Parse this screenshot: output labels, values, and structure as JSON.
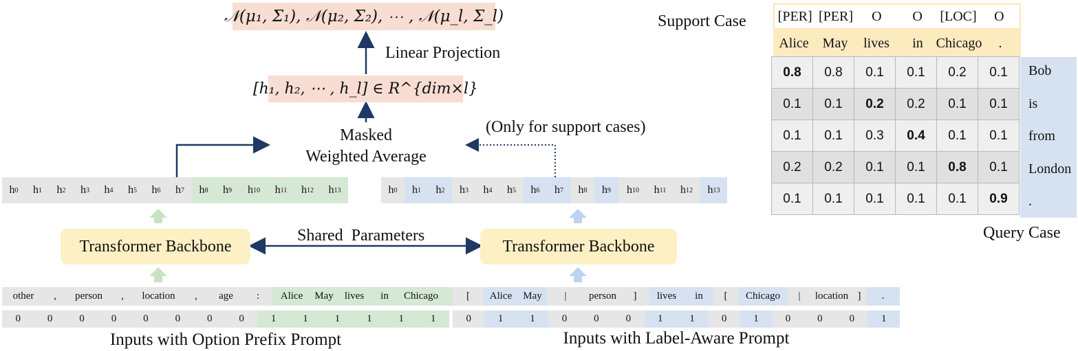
{
  "top": {
    "distributions": "𝒩(μ₁, Σ₁), 𝒩(μ₂, Σ₂), ⋯ , 𝒩(μ_l, Σ_l)",
    "linear_projection": "Linear Projection",
    "hidden_vector": "[h₁, h₂, ⋯ , h_l] ∈ R^{dim×l}",
    "masked_line1": "Masked",
    "masked_line2": "Weighted Average",
    "only_support": "(Only for support cases)"
  },
  "left_hidden": [
    "h0",
    "h1",
    "h2",
    "h3",
    "h4",
    "h5",
    "h6",
    "h7",
    "h8",
    "h9",
    "h10",
    "h11",
    "h12",
    "h13"
  ],
  "right_hidden": [
    "h0",
    "h1",
    "h2",
    "h3",
    "h4",
    "h5",
    "h6",
    "h7",
    "h8",
    "h9",
    "h10",
    "h11",
    "h12",
    "h13"
  ],
  "backbone": {
    "left": "Transformer Backbone",
    "right": "Transformer Backbone",
    "shared": "Shared  Parameters"
  },
  "option_prefix": {
    "tokens": [
      "other",
      ",",
      "person",
      ",",
      "location",
      ",",
      "age",
      ":",
      "Alice",
      "May",
      "lives",
      "in",
      "Chicago",
      "."
    ],
    "mask": [
      "0",
      "0",
      "0",
      "0",
      "0",
      "0",
      "0",
      "0",
      "1",
      "1",
      "1",
      "1",
      "1",
      "1"
    ],
    "caption": "Inputs with Option Prefix Prompt"
  },
  "label_aware": {
    "tokens": [
      "[",
      "Alice",
      "May",
      "|",
      "person",
      "]",
      "lives",
      "in",
      "[",
      "Chicago",
      "|",
      "location",
      "]",
      "."
    ],
    "mask": [
      "0",
      "1",
      "1",
      "0",
      "0",
      "0",
      "1",
      "1",
      "0",
      "1",
      "0",
      "0",
      "0",
      "1"
    ],
    "caption": "Inputs with Label-Aware Prompt"
  },
  "support_case": {
    "title": "Support Case",
    "labels": [
      "[PER]",
      "[PER]",
      "O",
      "O",
      "[LOC]",
      "O"
    ],
    "words": [
      "Alice",
      "May",
      "lives",
      "in",
      "Chicago",
      "."
    ]
  },
  "query_case": {
    "title": "Query Case",
    "words": [
      "Bob",
      "is",
      "from",
      "London",
      "."
    ],
    "matrix": [
      [
        "0.8",
        "0.8",
        "0.1",
        "0.1",
        "0.2",
        "0.1"
      ],
      [
        "0.1",
        "0.1",
        "0.2",
        "0.2",
        "0.1",
        "0.1"
      ],
      [
        "0.1",
        "0.1",
        "0.3",
        "0.4",
        "0.1",
        "0.1"
      ],
      [
        "0.2",
        "0.2",
        "0.1",
        "0.1",
        "0.8",
        "0.1"
      ],
      [
        "0.1",
        "0.1",
        "0.1",
        "0.1",
        "0.1",
        "0.9"
      ]
    ]
  },
  "colors": {
    "salmon": "#f7ddd2",
    "backbone": "#fdf0c4",
    "green": "#d5e8d4",
    "blue": "#d6e2f1",
    "gray": "#e6e6e6",
    "arrow": "#1f3864"
  }
}
